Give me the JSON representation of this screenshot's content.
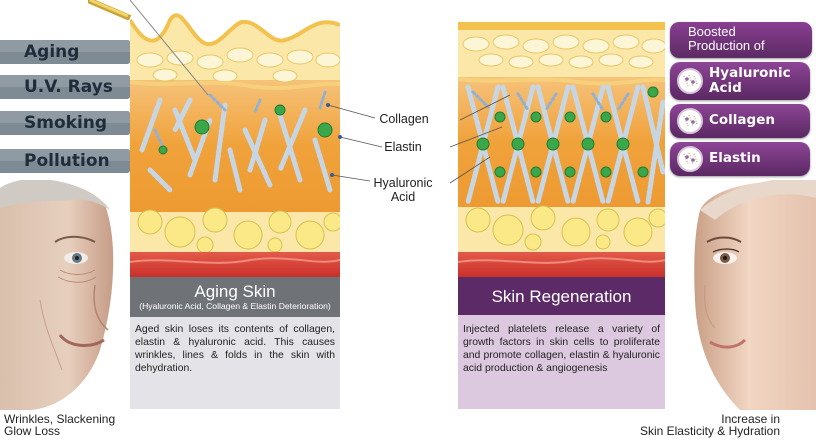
{
  "factors": [
    "Aging",
    "U.V. Rays",
    "Smoking",
    "Pollution"
  ],
  "labels": {
    "collagen": "Collagen",
    "elastin": "Elastin",
    "hyaluronic_line1": "Hyaluronic",
    "hyaluronic_line2": "Acid"
  },
  "aging": {
    "title": "Aging Skin",
    "subtitle": "(Hyaluronic Acid, Collagen & Elastin Deterioration)",
    "description": "Aged skin loses its contents of collagen, elastin & hyaluronic acid. This causes wrinkles, lines & folds in the skin with dehydration.",
    "caption_line1": "Wrinkles, Slackening",
    "caption_line2": "Glow Loss"
  },
  "regeneration": {
    "title": "Skin Regeneration",
    "description": "Injected platelets release a variety of growth factors in skin cells to proliferate and promote collagen, elastin & hyaluronic acid production & angiogenesis",
    "caption_line1": "Increase in",
    "caption_line2": "Skin Elasticity & Hydration"
  },
  "boosted": {
    "header_line1": "Boosted",
    "header_line2": "Production of",
    "items": [
      {
        "line1": "Hyaluronic",
        "line2": "Acid"
      },
      {
        "line1": "Collagen",
        "line2": ""
      },
      {
        "line1": "Elastin",
        "line2": ""
      }
    ]
  },
  "colors": {
    "factor_arrow": "#7e8a94",
    "aging_title_bg": "#6f7378",
    "regen_title_bg": "#5c2a66",
    "aging_desc_bg": "#e4e4e8",
    "regen_desc_bg": "#dcc8df",
    "boost_purple": "#6d3479",
    "dermis_orange": "#f0a23a"
  }
}
